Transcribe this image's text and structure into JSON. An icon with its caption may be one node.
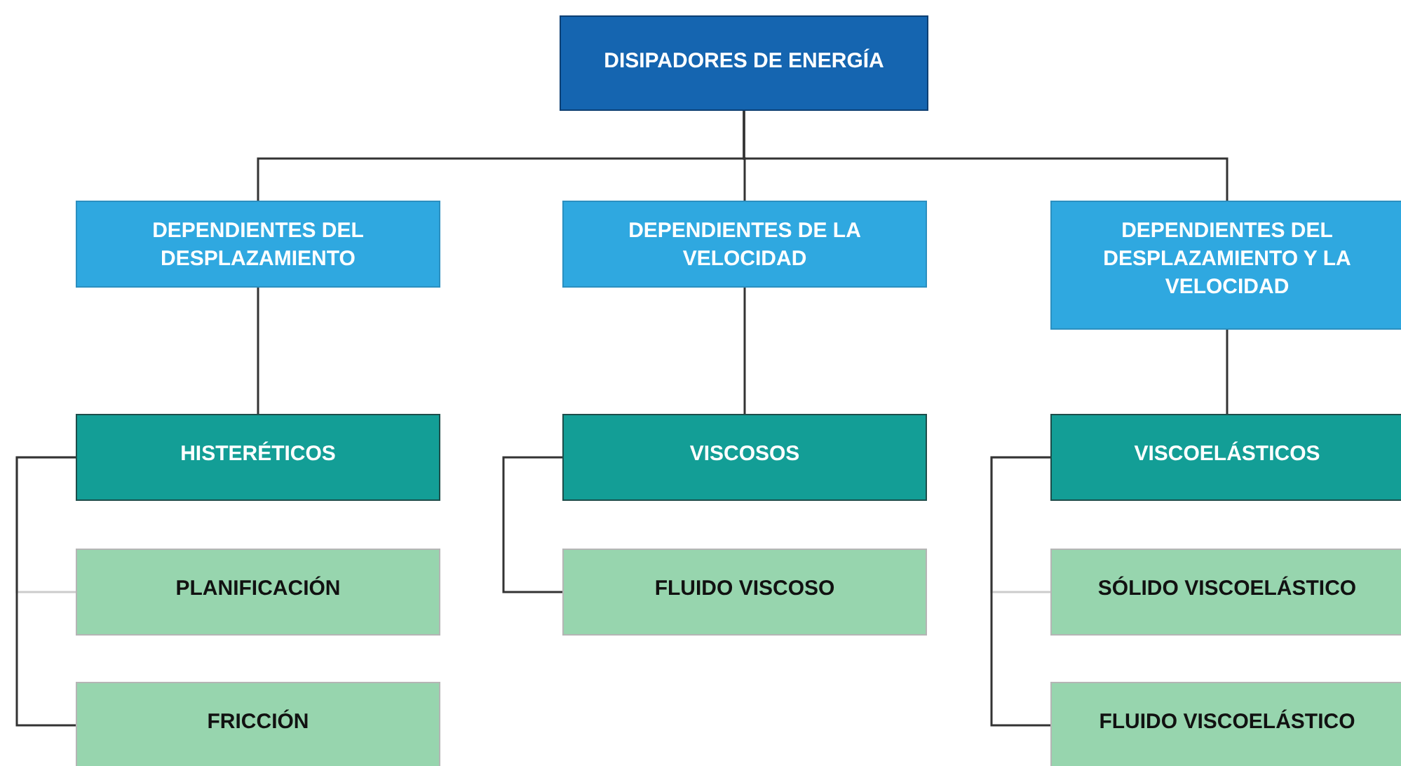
{
  "diagram": {
    "nodes": [
      {
        "text": [
          "DISIPADORES DE ENERGÍA"
        ]
      },
      {
        "text": [
          "DEPENDIENTES DEL DESPLAZAMIENTO"
        ]
      },
      {
        "text": [
          "DEPENDIENTES DE LA VELOCIDAD"
        ]
      },
      {
        "text": [
          "DEPENDIENTES DEL DESPLAZAMIENTO Y LA VELOCIDAD"
        ]
      },
      {
        "text": [
          "HISTERÉTICOS"
        ]
      },
      {
        "text": [
          "VISCOSOS"
        ]
      },
      {
        "text": [
          "VISCOELÁSTICOS"
        ]
      },
      {
        "text": [
          "PLANIFICACIÓN"
        ]
      },
      {
        "text": [
          "FRICCIÓN"
        ]
      },
      {
        "text": [
          "FLUIDO VISCOSO"
        ]
      },
      {
        "text": [
          "SÓLIDO VISCOELÁSTICO"
        ]
      },
      {
        "text": [
          "FLUIDO VISCOELÁSTICO"
        ]
      }
    ],
    "edges": [
      {
        "from": 0,
        "to": 1,
        "arrow": "none"
      },
      {
        "from": 0,
        "to": 2,
        "arrow": "none"
      },
      {
        "from": 0,
        "to": 3,
        "arrow": "none"
      },
      {
        "from": 1,
        "to": 4,
        "arrow": "none"
      },
      {
        "from": 2,
        "to": 5,
        "arrow": "none"
      },
      {
        "from": 3,
        "to": 6,
        "arrow": "none"
      },
      {
        "from": 4,
        "to": 7,
        "arrow": "none",
        "color": "#cccccc"
      },
      {
        "from": 4,
        "to": 8,
        "arrow": "none"
      },
      {
        "from": 5,
        "to": 9,
        "arrow": "none"
      },
      {
        "from": 6,
        "to": 10,
        "arrow": "none",
        "color": "#cccccc"
      },
      {
        "from": 6,
        "to": 11,
        "arrow": "none"
      }
    ]
  }
}
